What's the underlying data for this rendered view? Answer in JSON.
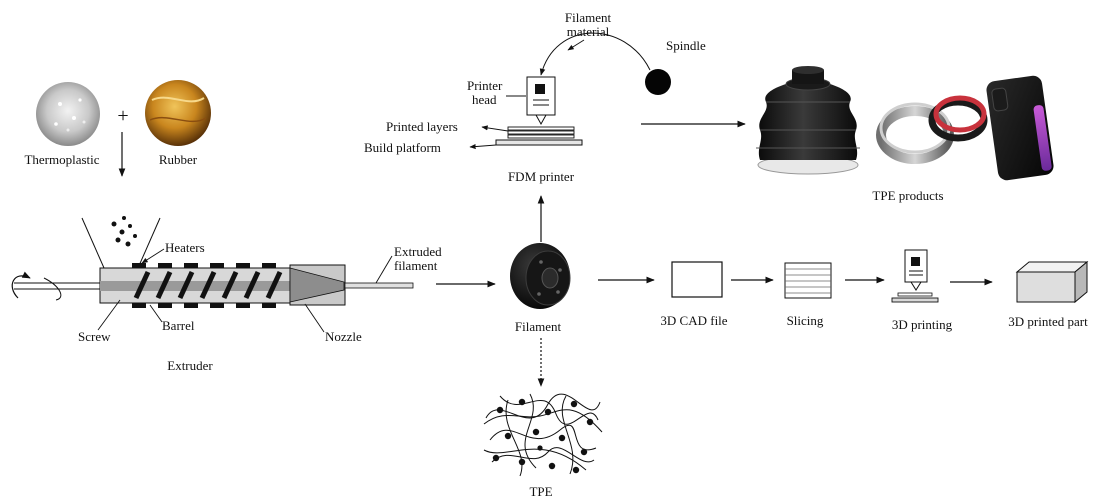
{
  "inputs": {
    "thermoplastic": "Thermoplastic",
    "rubber": "Rubber",
    "plus": "+"
  },
  "extruder": {
    "title": "Extruder",
    "heaters": "Heaters",
    "barrel": "Barrel",
    "screw": "Screw",
    "nozzle": "Nozzle",
    "extruded_line1": "Extruded",
    "extruded_line2": "filament"
  },
  "filament": "Filament",
  "tpe": "TPE",
  "fdm": {
    "title": "FDM printer",
    "filament_material_line1": "Filament",
    "filament_material_line2": "material",
    "spindle": "Spindle",
    "printer_head_line1": "Printer",
    "printer_head_line2": "head",
    "printed_layers": "Printed layers",
    "build_platform": "Build platform"
  },
  "products": {
    "title": "TPE products"
  },
  "workflow": {
    "cad": "3D CAD file",
    "slicing": "Slicing",
    "printing": "3D printing",
    "part": "3D printed part"
  },
  "colors": {
    "line": "#111111",
    "barrel_fill": "#d8d8d8",
    "nozzle_fill": "#c9c9c9",
    "rubber_seal": "#c8323c"
  }
}
